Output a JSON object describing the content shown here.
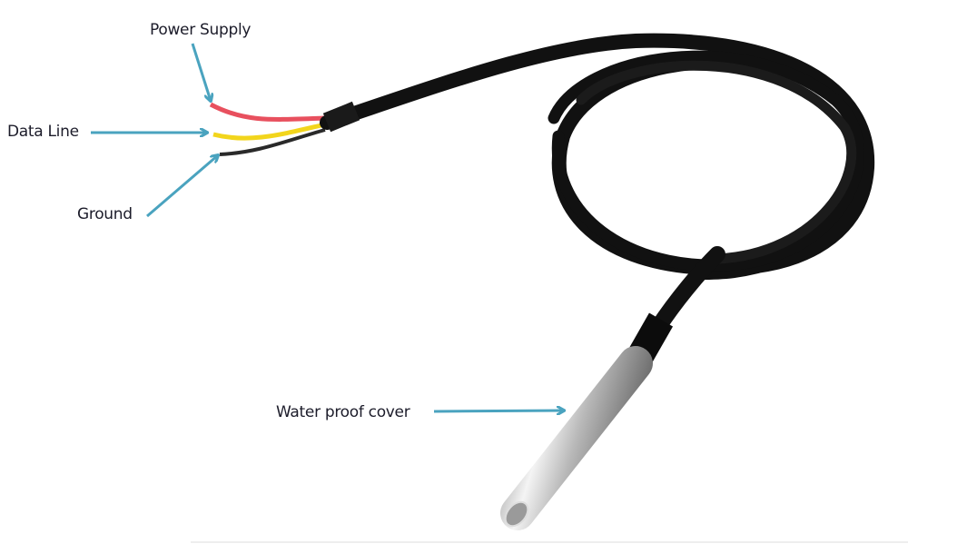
{
  "labels": {
    "power": "Power Supply",
    "data": "Data Line",
    "ground": "Ground",
    "cover": "Water proof cover"
  },
  "colors": {
    "arrow": "#4aa3bf",
    "red_wire": "#e8505e",
    "yellow_wire": "#f2d51c",
    "black_wire": "#2a2a2a",
    "cable": "#111111"
  }
}
